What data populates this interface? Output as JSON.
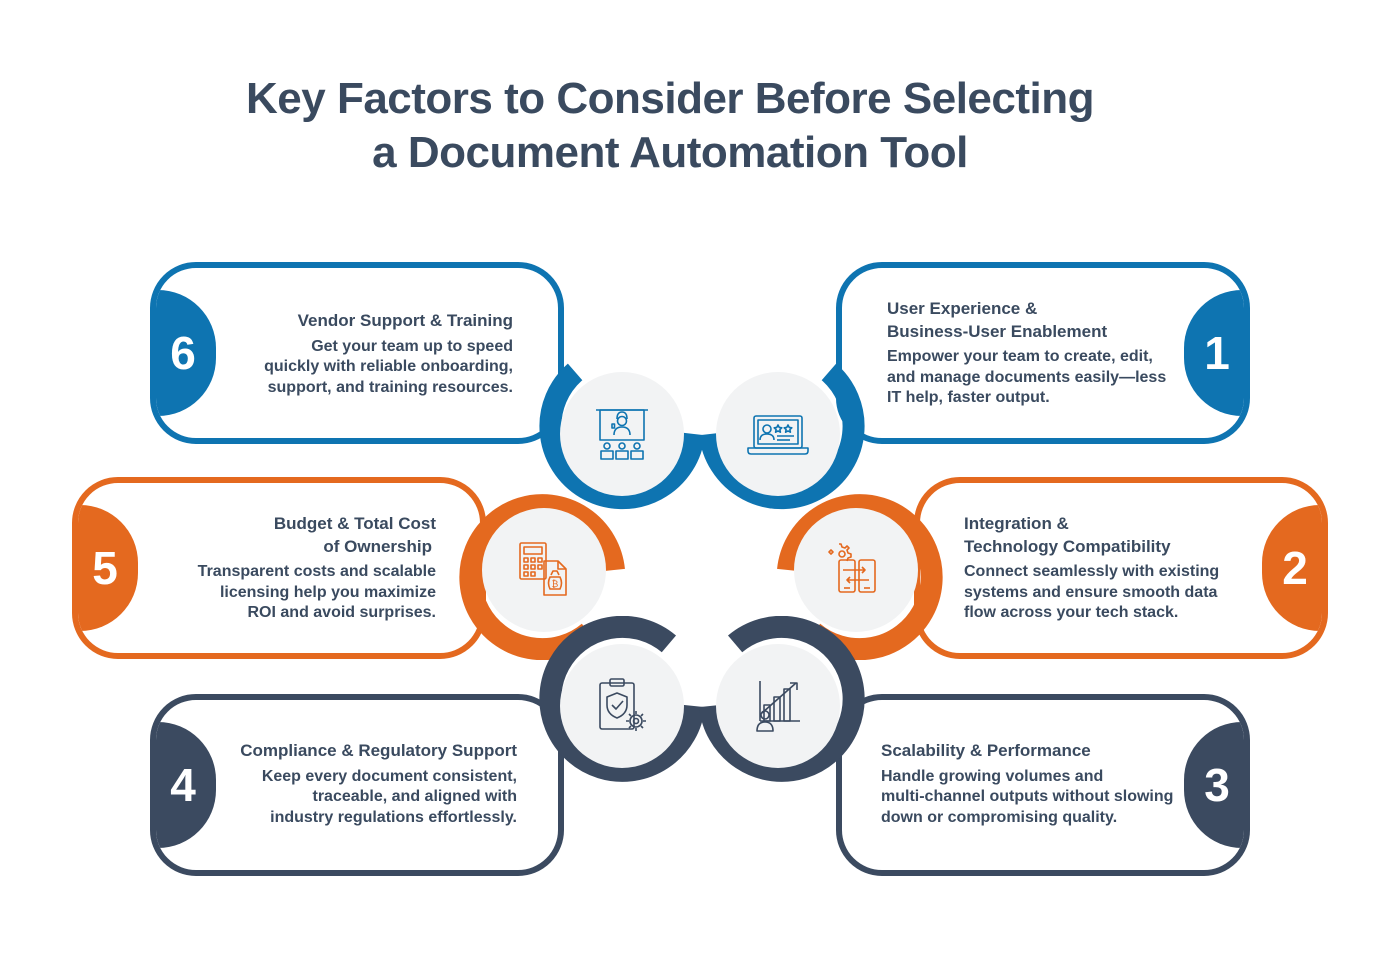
{
  "title": {
    "line1": "Key Factors to Consider Before Selecting",
    "line2": "a Document Automation Tool"
  },
  "colors": {
    "blue": "#0e74b1",
    "orange": "#e4691f",
    "navy": "#3b4a60",
    "text": "#3a4a5f",
    "icon_bg": "#f2f3f4"
  },
  "factors": [
    {
      "number": "1",
      "heading_line1": "User Experience &",
      "heading_line2": "Business-User Enablement",
      "desc_line1": "Empower your team to create, edit,",
      "desc_line2": "and manage documents easily—less",
      "desc_line3": "IT help, faster output.",
      "icon": "laptop-rating-icon"
    },
    {
      "number": "2",
      "heading_line1": "Integration &",
      "heading_line2": "Technology Compatibility",
      "desc_line1": "Connect seamlessly with existing",
      "desc_line2": "systems and ensure smooth data",
      "desc_line3": "flow across your tech stack.",
      "icon": "phone-sync-icon"
    },
    {
      "number": "3",
      "heading_line1": "Scalability & Performance",
      "heading_line2": "",
      "desc_line1": "Handle growing volumes and",
      "desc_line2": "multi-channel outputs without slowing",
      "desc_line3": "down or compromising quality.",
      "icon": "growth-chart-icon"
    },
    {
      "number": "4",
      "heading_line1": "Compliance & Regulatory Support",
      "heading_line2": "",
      "desc_line1": "Keep every document consistent,",
      "desc_line2": "traceable, and aligned with",
      "desc_line3": "industry regulations effortlessly.",
      "icon": "clipboard-shield-icon"
    },
    {
      "number": "5",
      "heading_line1": "Budget & Total Cost",
      "heading_line2": "of Ownership",
      "desc_line1": "Transparent costs and scalable",
      "desc_line2": "licensing help you maximize",
      "desc_line3": "ROI and avoid surprises.",
      "icon": "calculator-money-icon"
    },
    {
      "number": "6",
      "heading_line1": "Vendor Support & Training",
      "heading_line2": "",
      "desc_line1": "Get your team up to speed",
      "desc_line2": "quickly with reliable onboarding,",
      "desc_line3": "support, and training resources.",
      "icon": "training-presentation-icon"
    }
  ]
}
